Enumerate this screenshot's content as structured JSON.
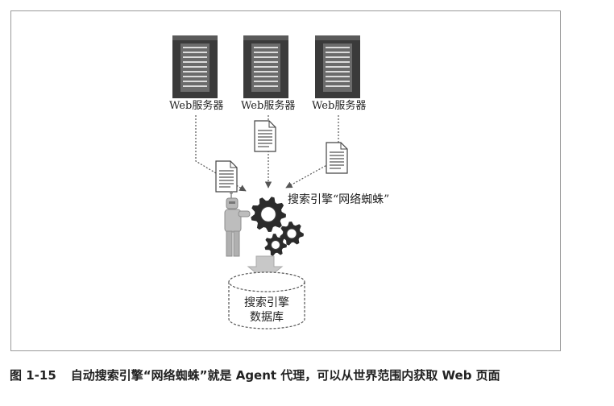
{
  "diagram": {
    "servers": [
      {
        "label": "Web服务器"
      },
      {
        "label": "Web服务器"
      },
      {
        "label": "Web服务器"
      }
    ],
    "spider_label": "搜索引擎“网络蜘蛛”",
    "database_label_line1": "搜索引擎",
    "database_label_line2": "数据库",
    "colors": {
      "server": "#3a3a3a",
      "gear": "#2b2b2b",
      "robot": "#b8b8b8",
      "arrow": "#555555",
      "frame": "#9a9a9a"
    }
  },
  "caption": {
    "number": "图 1-15",
    "text": "自动搜索引擎“网络蜘蛛”就是 Agent 代理，可以从世界范围内获取 Web 页面"
  }
}
